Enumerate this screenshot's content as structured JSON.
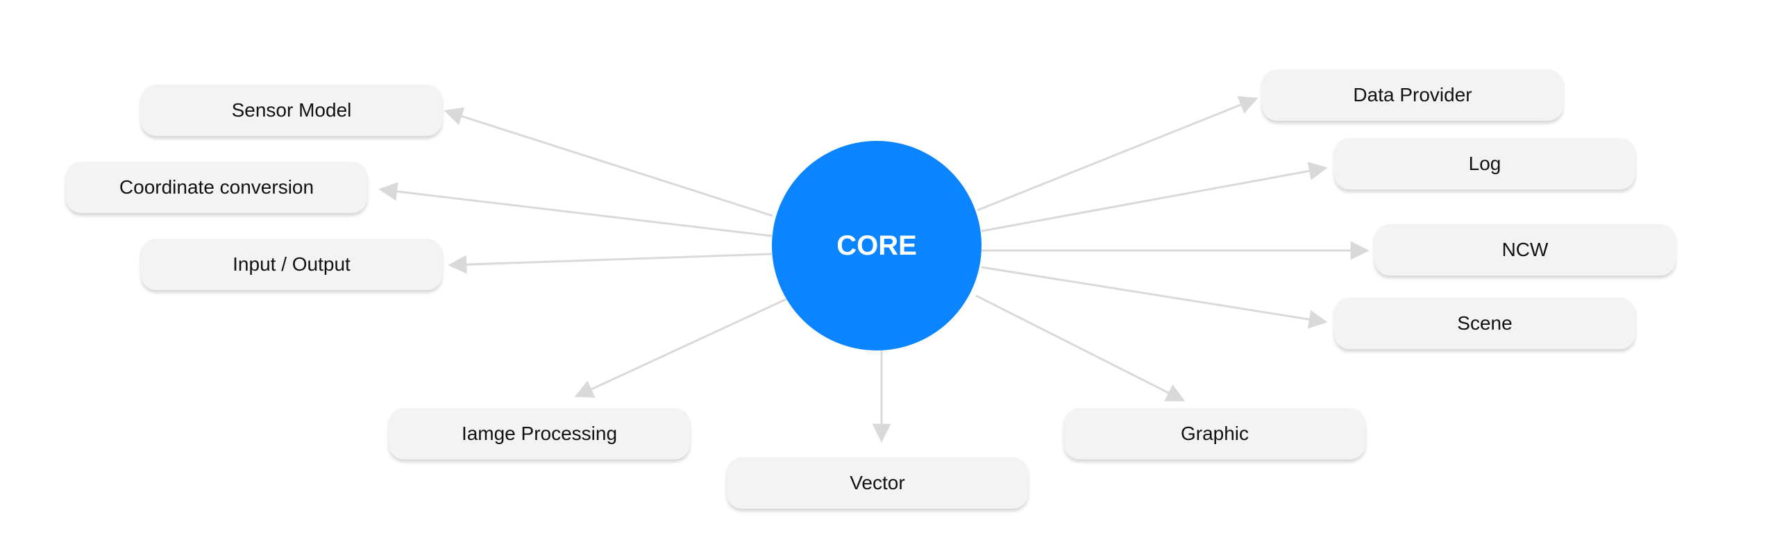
{
  "core": {
    "label": "CORE",
    "color": "#0a84ff"
  },
  "connector_color": "#d9d9d9",
  "node_fill": "#f3f3f3",
  "nodes": [
    {
      "id": "sensor-model",
      "label": "Sensor Model"
    },
    {
      "id": "coordinate-conversion",
      "label": "Coordinate conversion"
    },
    {
      "id": "input-output",
      "label": "Input / Output"
    },
    {
      "id": "image-processing",
      "label": "Iamge Processing"
    },
    {
      "id": "vector",
      "label": "Vector"
    },
    {
      "id": "graphic",
      "label": "Graphic"
    },
    {
      "id": "scene",
      "label": "Scene"
    },
    {
      "id": "ncw",
      "label": "NCW"
    },
    {
      "id": "log",
      "label": "Log"
    },
    {
      "id": "data-provider",
      "label": "Data Provider"
    }
  ]
}
